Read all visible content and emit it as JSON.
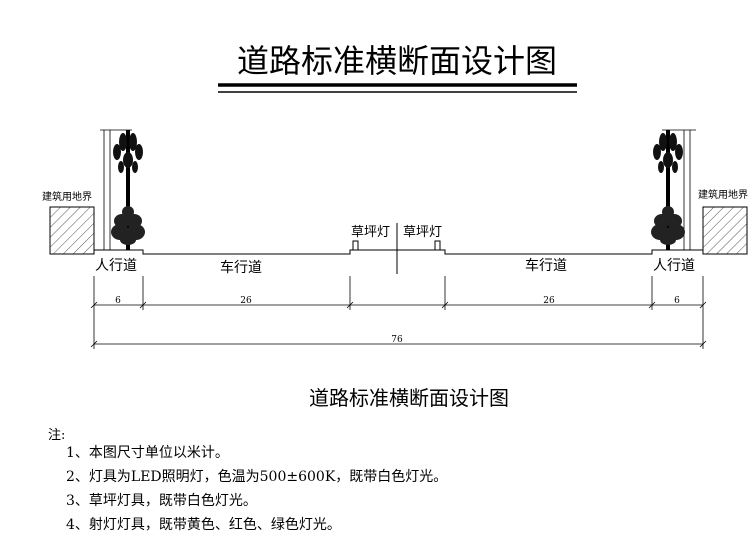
{
  "title": "道路标准横断面设计图",
  "subtitle": "道路标准横断面设计图",
  "labels": {
    "building_line": "建筑用地界",
    "sidewalk": "人行道",
    "carriageway": "车行道",
    "lawn_lamp": "草坪灯"
  },
  "dimensions": {
    "sidewalk_width": "6",
    "carriageway_width": "26",
    "total_width": "76"
  },
  "notes": {
    "heading": "注:",
    "items": [
      "1、本图尺寸单位以米计。",
      "2、灯具为LED照明灯，色温为500±600K，既带白色灯光。",
      "3、草坪灯具，既带白色灯光。",
      "4、射灯灯具，既带黄色、红色、绿色灯光。"
    ]
  }
}
